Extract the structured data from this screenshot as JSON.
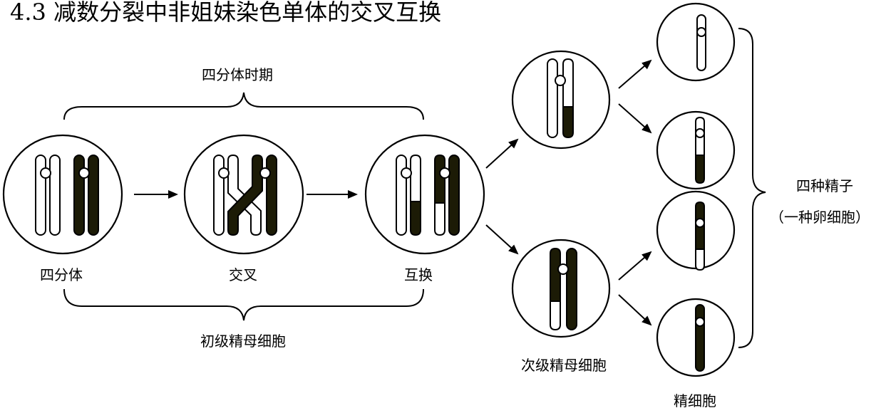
{
  "title": "4.3 减数分裂中非姐妹染色单体的交叉互换",
  "labels": {
    "brace_top": "四分体时期",
    "tetrad": "四分体",
    "crossing": "交叉",
    "exchange": "互换",
    "brace_bottom": "初级精母细胞",
    "secondary": "次级精母细胞",
    "sperm": "精细胞",
    "right_line1": "四种精子",
    "right_line2": "（一种卵细胞）"
  },
  "colors": {
    "dark_chromatid": "#1c1b06",
    "light_chromatid": "#ffffff",
    "outline": "#000000"
  }
}
